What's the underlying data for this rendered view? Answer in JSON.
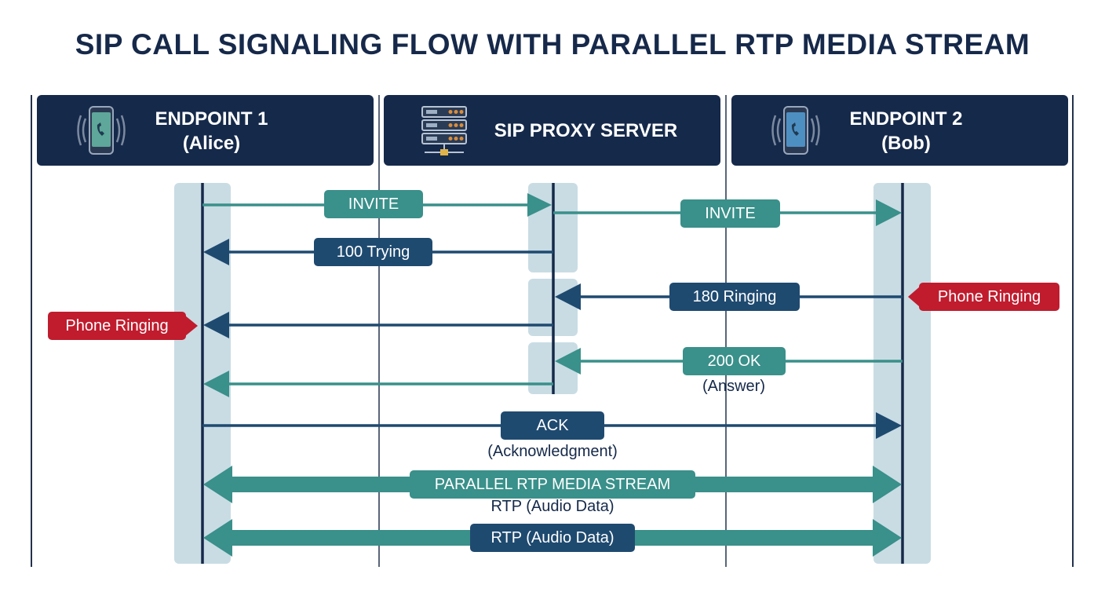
{
  "title": "SIP CALL SIGNALING FLOW WITH PARALLEL RTP MEDIA STREAM",
  "participants": [
    {
      "name_line1": "ENDPOINT 1",
      "name_line2": "(Alice)",
      "icon": "smartphone-icon"
    },
    {
      "name_line1": "SIP PROXY SERVER",
      "icon": "server-rack-icon"
    },
    {
      "name_line1": "ENDPOINT 2",
      "name_line2": "(Bob)",
      "icon": "smartphone-icon"
    }
  ],
  "messages": [
    {
      "label": "INVITE",
      "from": "Alice",
      "to": "Proxy"
    },
    {
      "label": "INVITE",
      "from": "Proxy",
      "to": "Bob"
    },
    {
      "label": "100 Trying",
      "from": "Proxy",
      "to": "Alice"
    },
    {
      "label": "180 Ringing",
      "from": "Bob",
      "to": "Proxy"
    },
    {
      "label": "",
      "from": "Proxy",
      "to": "Alice"
    },
    {
      "label": "200 OK",
      "note": "(Answer)",
      "from": "Bob",
      "to": "Proxy"
    },
    {
      "label": "",
      "from": "Proxy",
      "to": "Alice"
    },
    {
      "label": "ACK",
      "note": "(Acknowledgment)",
      "from": "Alice",
      "to": "Bob"
    },
    {
      "label": "PARALLEL RTP MEDIA STREAM",
      "note": "RTP (Audio Data)",
      "from": "Alice",
      "to": "Bob",
      "bidirectional": true
    },
    {
      "label": "RTP (Audio Data)",
      "from": "Alice",
      "to": "Bob",
      "bidirectional": true
    }
  ],
  "events": {
    "alice_ringing": "Phone Ringing",
    "bob_ringing": "Phone Ringing"
  },
  "colors": {
    "navy": "#15294a",
    "teal": "#3a908a",
    "message_navy": "#1f4a70",
    "alert_red": "#c01c2e",
    "activation": "#c9dce4"
  }
}
